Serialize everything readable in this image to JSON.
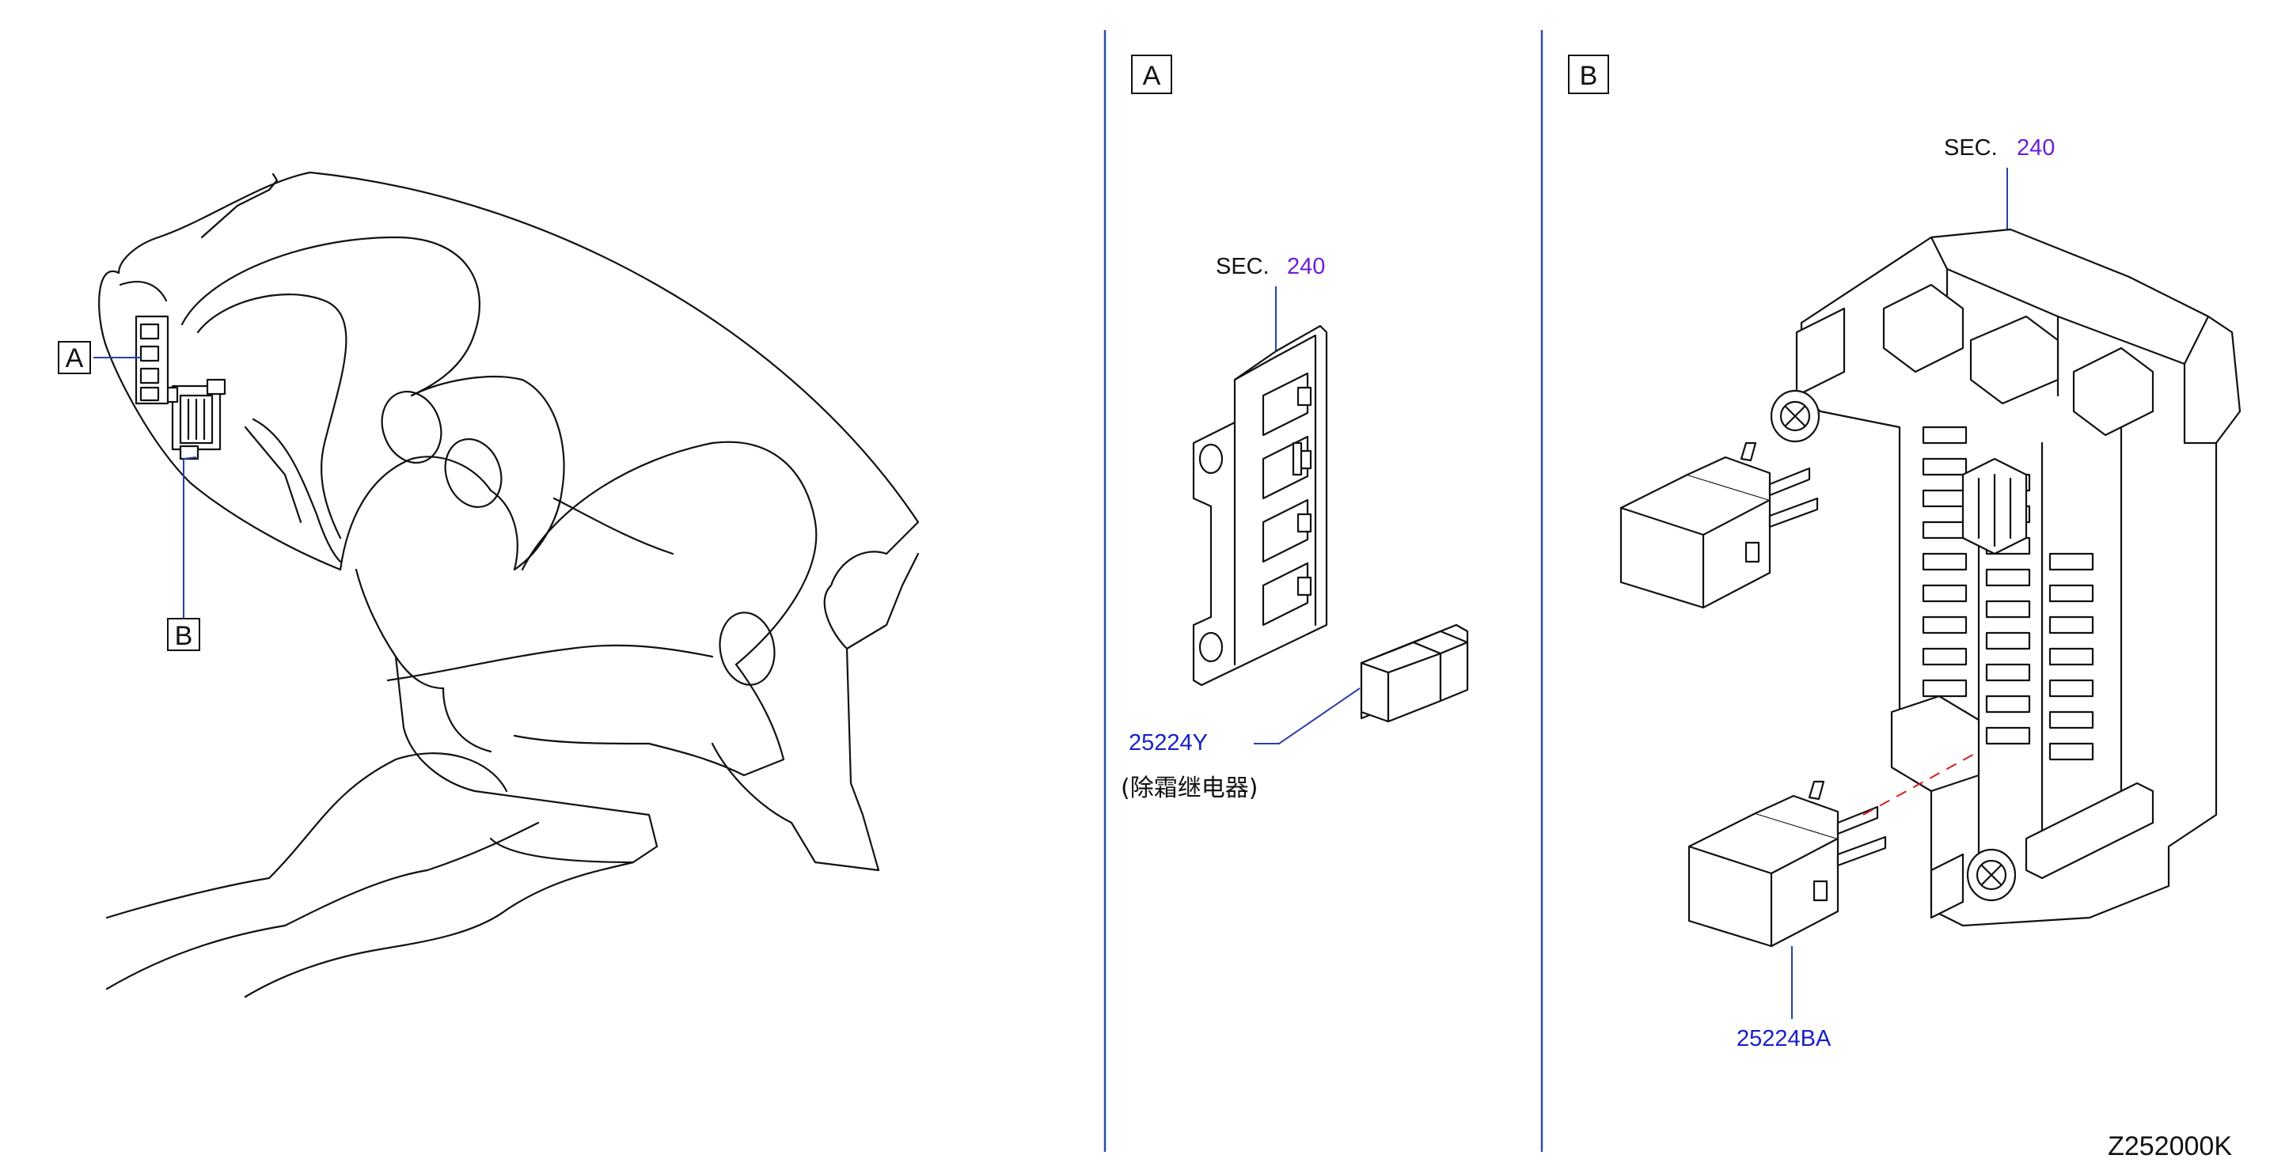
{
  "overview": {
    "callout_a": "A",
    "callout_b": "B"
  },
  "view_a": {
    "label": "A",
    "sec_prefix": "SEC.",
    "sec_number": "240",
    "part_number": "25224Y",
    "part_description": "(除霜继电器)"
  },
  "view_b": {
    "label": "B",
    "sec_prefix": "SEC.",
    "sec_number": "240",
    "part_number": "25224BA"
  },
  "drawing_code": "Z252000K",
  "colors": {
    "sec_number": "#6b1fd6",
    "part_number": "#1820c8",
    "divider": "#2b4ea8",
    "install_path": "#d62020"
  }
}
